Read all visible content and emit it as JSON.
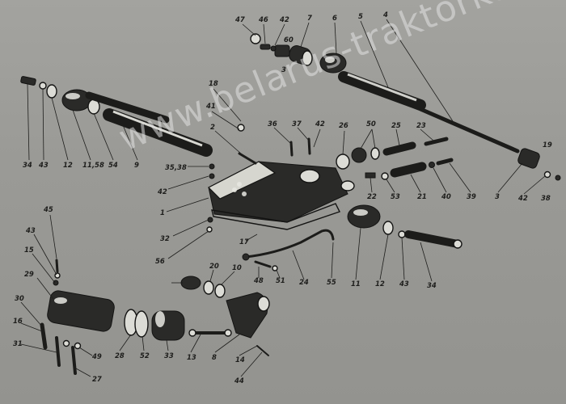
{
  "watermark": "www.belarus-traktorka.cz",
  "labels": [
    {
      "id": "l47",
      "text": "47"
    },
    {
      "id": "l46",
      "text": "46"
    },
    {
      "id": "l42a",
      "text": "42"
    },
    {
      "id": "l7",
      "text": "7"
    },
    {
      "id": "l6",
      "text": "6"
    },
    {
      "id": "l5",
      "text": "5"
    },
    {
      "id": "l4",
      "text": "4"
    },
    {
      "id": "l60",
      "text": "60"
    },
    {
      "id": "l3a",
      "text": "3"
    },
    {
      "id": "l18",
      "text": "18"
    },
    {
      "id": "l41",
      "text": "41"
    },
    {
      "id": "l2",
      "text": "2"
    },
    {
      "id": "l36",
      "text": "36"
    },
    {
      "id": "l37",
      "text": "37"
    },
    {
      "id": "l42b",
      "text": "42"
    },
    {
      "id": "l26",
      "text": "26"
    },
    {
      "id": "l50",
      "text": "50"
    },
    {
      "id": "l25",
      "text": "25"
    },
    {
      "id": "l23",
      "text": "23"
    },
    {
      "id": "l19",
      "text": "19"
    },
    {
      "id": "l34a",
      "text": "34"
    },
    {
      "id": "l43a",
      "text": "43"
    },
    {
      "id": "l12a",
      "text": "12"
    },
    {
      "id": "l11_58",
      "text": "11,58"
    },
    {
      "id": "l54",
      "text": "54"
    },
    {
      "id": "l9",
      "text": "9"
    },
    {
      "id": "l35_38",
      "text": "35,38"
    },
    {
      "id": "l42c",
      "text": "42"
    },
    {
      "id": "l22",
      "text": "22"
    },
    {
      "id": "l53",
      "text": "53"
    },
    {
      "id": "l21",
      "text": "21"
    },
    {
      "id": "l40",
      "text": "40"
    },
    {
      "id": "l39",
      "text": "39"
    },
    {
      "id": "l3b",
      "text": "3"
    },
    {
      "id": "l42d",
      "text": "42"
    },
    {
      "id": "l38",
      "text": "38"
    },
    {
      "id": "l1",
      "text": "1"
    },
    {
      "id": "l45",
      "text": "45"
    },
    {
      "id": "l32",
      "text": "32"
    },
    {
      "id": "l43b",
      "text": "43"
    },
    {
      "id": "l15",
      "text": "15"
    },
    {
      "id": "l56",
      "text": "56"
    },
    {
      "id": "l17",
      "text": "17"
    },
    {
      "id": "l29",
      "text": "29"
    },
    {
      "id": "l20",
      "text": "20"
    },
    {
      "id": "l10",
      "text": "10"
    },
    {
      "id": "l48",
      "text": "48"
    },
    {
      "id": "l51",
      "text": "51"
    },
    {
      "id": "l24",
      "text": "24"
    },
    {
      "id": "l55",
      "text": "55"
    },
    {
      "id": "l11b",
      "text": "11"
    },
    {
      "id": "l12b",
      "text": "12"
    },
    {
      "id": "l43c",
      "text": "43"
    },
    {
      "id": "l34b",
      "text": "34"
    },
    {
      "id": "l30",
      "text": "30"
    },
    {
      "id": "l16",
      "text": "16"
    },
    {
      "id": "l49",
      "text": "49"
    },
    {
      "id": "l31",
      "text": "31"
    },
    {
      "id": "l27",
      "text": "27"
    },
    {
      "id": "l28",
      "text": "28"
    },
    {
      "id": "l52",
      "text": "52"
    },
    {
      "id": "l33",
      "text": "33"
    },
    {
      "id": "l13",
      "text": "13"
    },
    {
      "id": "l8",
      "text": "8"
    },
    {
      "id": "l14",
      "text": "14"
    },
    {
      "id": "l44",
      "text": "44"
    }
  ]
}
